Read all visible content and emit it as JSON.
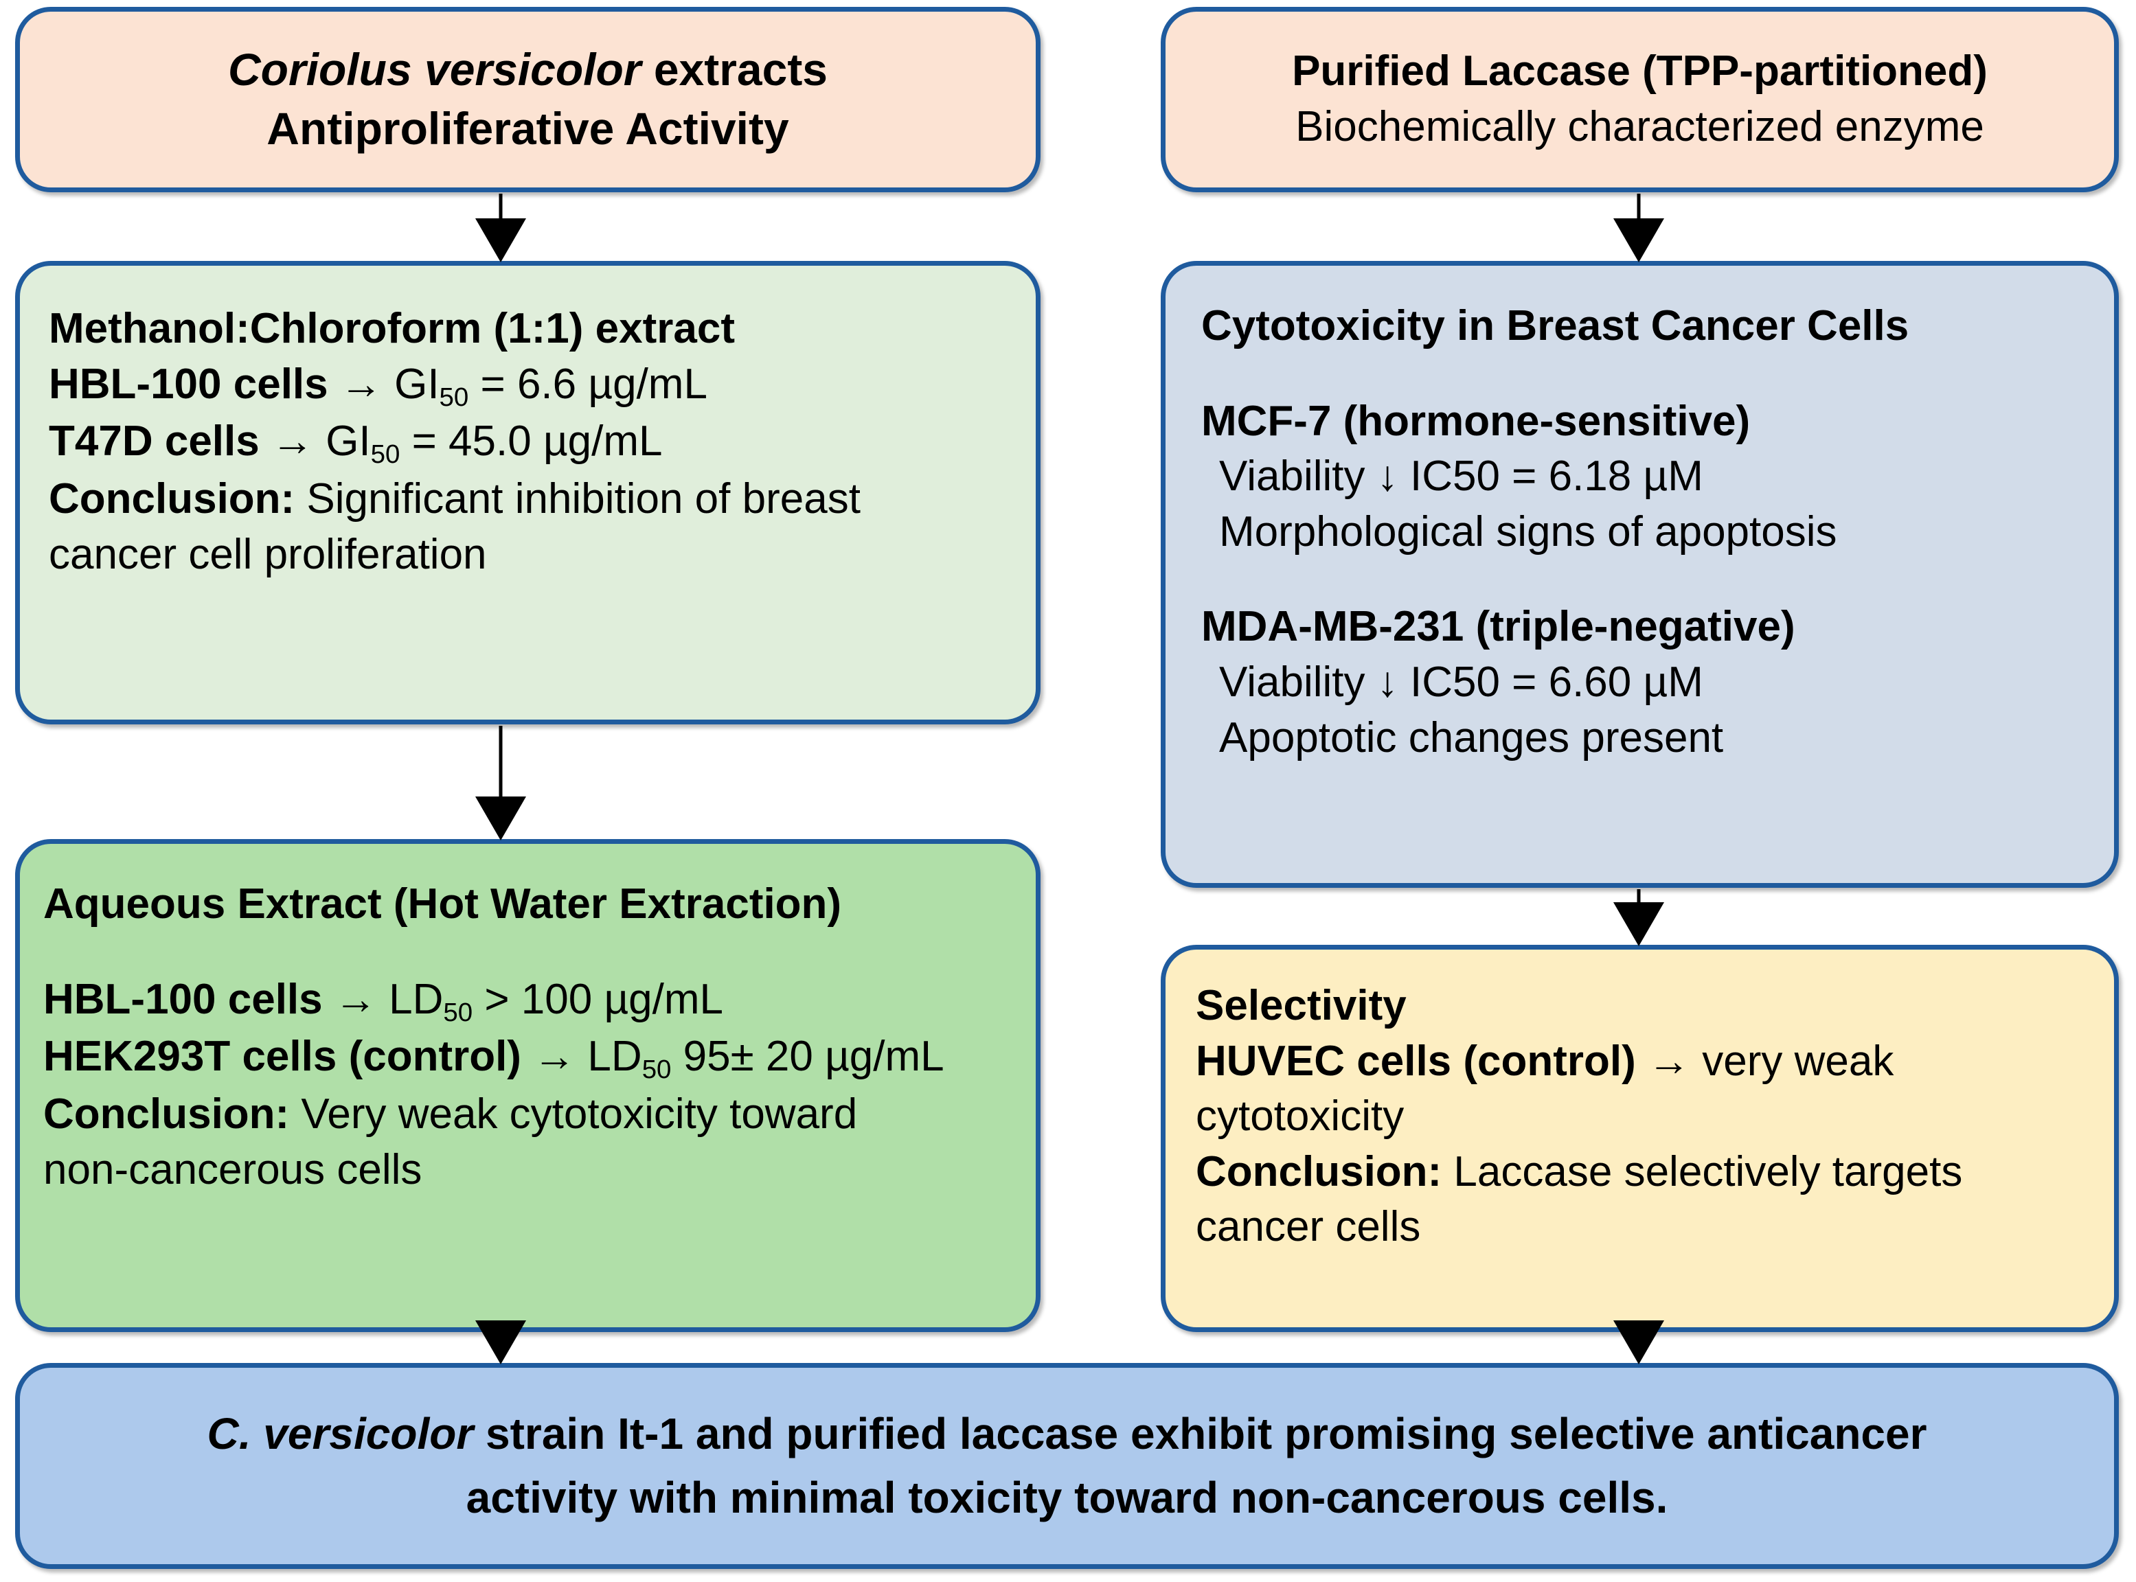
{
  "diagram": {
    "title": "Coriolus versicolor extracts and purified laccase anticancer activity flowchart",
    "colors": {
      "border": "#1f5b9e",
      "peach": "#fce3d3",
      "green_light": "#e0eedb",
      "green": "#b0dfa8",
      "blue_grey": "#d2dce9",
      "yellow": "#fdeec2",
      "blue": "#adc9ec",
      "arrow": "#000000"
    },
    "boxes": {
      "coriolus": {
        "line1_italic": "Coriolus versicolor",
        "line1_rest": " extracts",
        "line2": "Antiproliferative Activity"
      },
      "laccase": {
        "line1": "Purified Laccase (TPP-partitioned)",
        "line2": "Biochemically characterized enzyme"
      },
      "mc_extract": {
        "heading": "Methanol:Chloroform (1:1) extract",
        "hbl_label": "HBL-100 cells",
        "hbl_arrow": " → ",
        "hbl_metric": "GI",
        "hbl_sub": "50",
        "hbl_value": " = 6.6 µg/mL",
        "t47d_label": "T47D cells",
        "t47d_arrow": " → ",
        "t47d_metric": "GI",
        "t47d_sub": "50",
        "t47d_value": " = 45.0 µg/mL",
        "conclusion_label": "Conclusion:",
        "conclusion_text1": " Significant inhibition of breast",
        "conclusion_text2": "cancer cell proliferation"
      },
      "cytotox": {
        "heading": "Cytotoxicity in Breast Cancer Cells",
        "mcf7_heading": "MCF-7 (hormone-sensitive)",
        "mcf7_line1": "Viability ↓  IC50 = 6.18 µM",
        "mcf7_line2": "Morphological signs of apoptosis",
        "mda_heading": "MDA-MB-231 (triple-negative)",
        "mda_line1": "Viability ↓ IC50 = 6.60 µM",
        "mda_line2": "Apoptotic changes present"
      },
      "aqueous": {
        "heading": "Aqueous Extract (Hot Water Extraction)",
        "hbl_label": "HBL-100 cells",
        "hbl_arrow": " → ",
        "hbl_metric": "LD",
        "hbl_sub": "50",
        "hbl_value": " > 100 µg/mL",
        "hek_label": "HEK293T cells (control)",
        "hek_arrow": " → ",
        "hek_metric": "LD",
        "hek_sub": "50",
        "hek_value": " 95± 20 µg/mL",
        "conclusion_label": "Conclusion:",
        "conclusion_text1": " Very weak cytotoxicity toward",
        "conclusion_text2": "non-cancerous cells"
      },
      "selectivity": {
        "heading": "Selectivity",
        "huvec_label": "HUVEC cells (control)",
        "huvec_arrow": " → ",
        "huvec_text": "very weak",
        "huvec_text2": "cytotoxicity",
        "conclusion_label": "Conclusion:",
        "conclusion_text1": " Laccase selectively targets",
        "conclusion_text2": "cancer cells"
      },
      "final": {
        "italic_part": "C. versicolor",
        "line1_rest": " strain It-1 and purified laccase exhibit promising selective anticancer",
        "line2": "activity with minimal toxicity toward non-cancerous cells."
      }
    },
    "arrows": [
      {
        "name": "coriolus-to-mc-extract",
        "from": "coriolus",
        "to": "mc_extract"
      },
      {
        "name": "mc-extract-to-aqueous",
        "from": "mc_extract",
        "to": "aqueous"
      },
      {
        "name": "aqueous-to-final",
        "from": "aqueous",
        "to": "final"
      },
      {
        "name": "laccase-to-cytotox",
        "from": "laccase",
        "to": "cytotox"
      },
      {
        "name": "cytotox-to-selectivity",
        "from": "cytotox",
        "to": "selectivity"
      },
      {
        "name": "selectivity-to-final",
        "from": "selectivity",
        "to": "final"
      }
    ]
  }
}
